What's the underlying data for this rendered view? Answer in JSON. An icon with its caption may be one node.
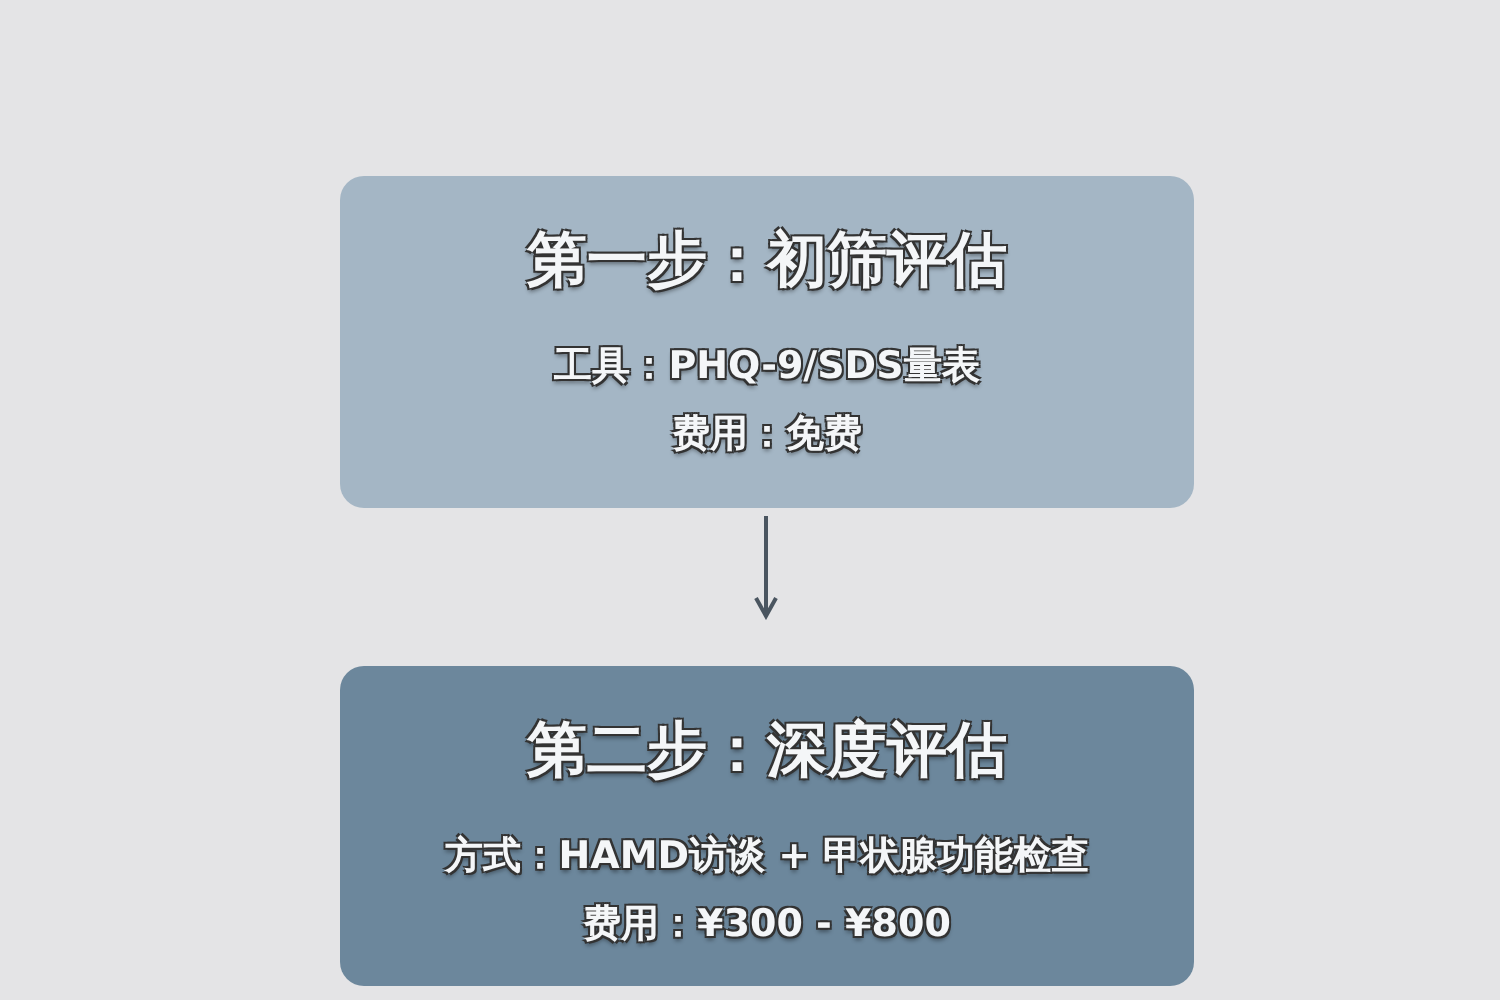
{
  "diagram": {
    "nodes": [
      {
        "text": [
          "第一步：初筛评估",
          "工具：PHQ-9/SDS量表",
          "费用：免费"
        ]
      },
      {
        "text": [
          "第二步：深度评估",
          "方式：HAMD访谈 + 甲状腺功能检查",
          "费用：¥300 - ¥800"
        ]
      }
    ],
    "edges": [
      {
        "from": 0,
        "to": 1,
        "arrow": "to"
      }
    ]
  }
}
